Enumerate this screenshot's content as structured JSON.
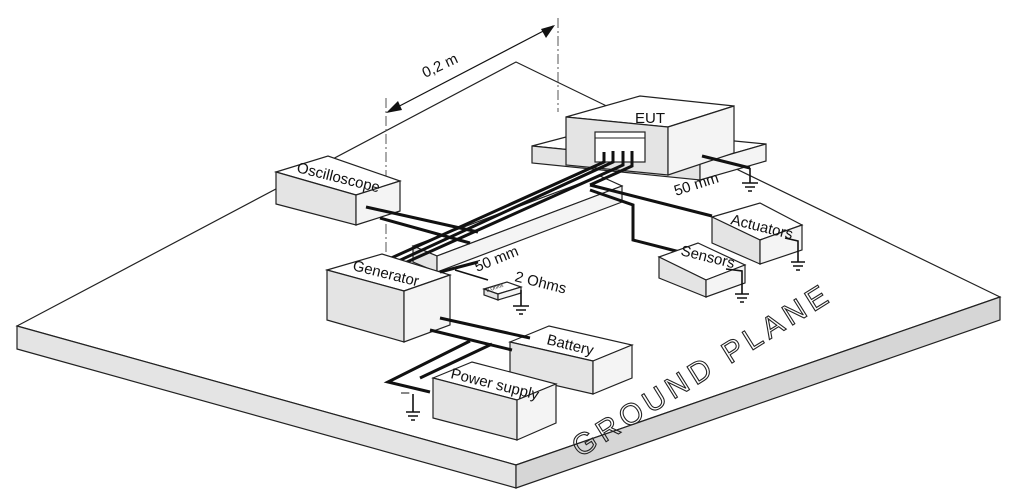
{
  "diagram": {
    "title": "",
    "dimension_label": "0,2 m",
    "ground_plane_label": "GROUND PLANE",
    "eut_label": "EUT",
    "oscilloscope_label": "Oscilloscope",
    "generator_label": "Generator",
    "actuators_label": "Actuators",
    "sensors_label": "Sensors",
    "battery_label": "Battery",
    "power_supply_label": "Power supply",
    "eut_spacer_label": "50 mm",
    "harness_spacer_label": "50 mm",
    "resistor_label": "2 Ohms",
    "resistor_body_label": "2 Ohms",
    "minus_sign": "–"
  }
}
